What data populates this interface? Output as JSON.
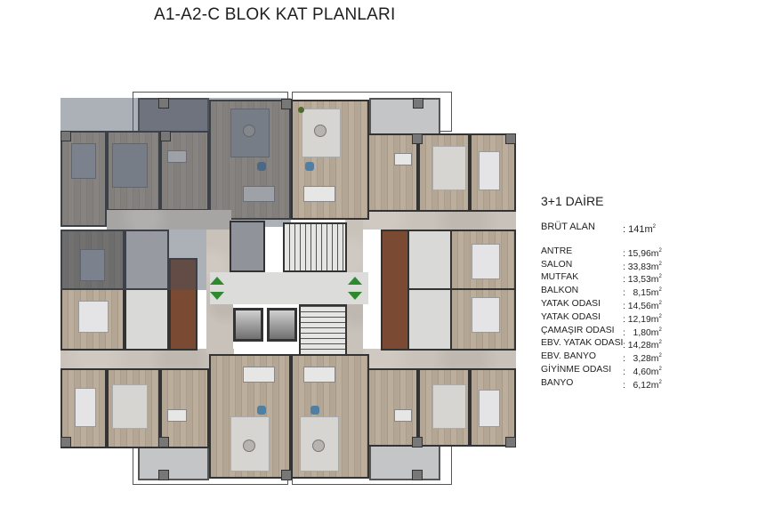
{
  "title": "A1-A2-C BLOK KAT PLANLARI",
  "legend": {
    "unit_type": "3+1 DAİRE",
    "gross_area": {
      "label": "BRÜT ALAN",
      "value": ": 141m",
      "unit_sup": "2"
    },
    "rooms": [
      {
        "label": "ANTRE",
        "value": ": 15,96m",
        "sup": "2"
      },
      {
        "label": "SALON",
        "value": ": 33,83m",
        "sup": "2"
      },
      {
        "label": "MUTFAK",
        "value": ": 13,53m",
        "sup": "2"
      },
      {
        "label": "BALKON",
        "value": ":   8,15m",
        "sup": "2"
      },
      {
        "label": "YATAK ODASI",
        "value": ": 14,56m",
        "sup": "2"
      },
      {
        "label": "YATAK ODASI",
        "value": ": 12,19m",
        "sup": "2"
      },
      {
        "label": "ÇAMAŞIR ODASI",
        "value": ":   1,80m",
        "sup": "2"
      },
      {
        "label": "EBV. YATAK ODASI",
        "value": ": 14,28m",
        "sup": "2"
      },
      {
        "label": "EBV. BANYO",
        "value": ":   3,28m",
        "sup": "2"
      },
      {
        "label": "GİYİNME ODASI",
        "value": ":   4,60m",
        "sup": "2"
      },
      {
        "label": "BANYO",
        "value": ":   6,12m",
        "sup": "2"
      }
    ]
  },
  "floor_plan": {
    "units": [
      {
        "position": "top-left",
        "highlighted": true
      },
      {
        "position": "top-right",
        "highlighted": false
      },
      {
        "position": "bottom-left",
        "highlighted": false
      },
      {
        "position": "bottom-right",
        "highlighted": false
      }
    ],
    "core": {
      "elevators": 2,
      "stairs": 2,
      "direction_arrows": [
        "up",
        "down",
        "up",
        "down"
      ]
    },
    "colors": {
      "wood_floor": "#b4a694",
      "marble_corridor": "#c8c2ba",
      "lobby": "#dcdcda",
      "bathroom": "#7b4a32",
      "balcony": "#c4c5c6",
      "arrow_green": "#2f8a2f",
      "highlight_overlay": "#46505f"
    }
  }
}
